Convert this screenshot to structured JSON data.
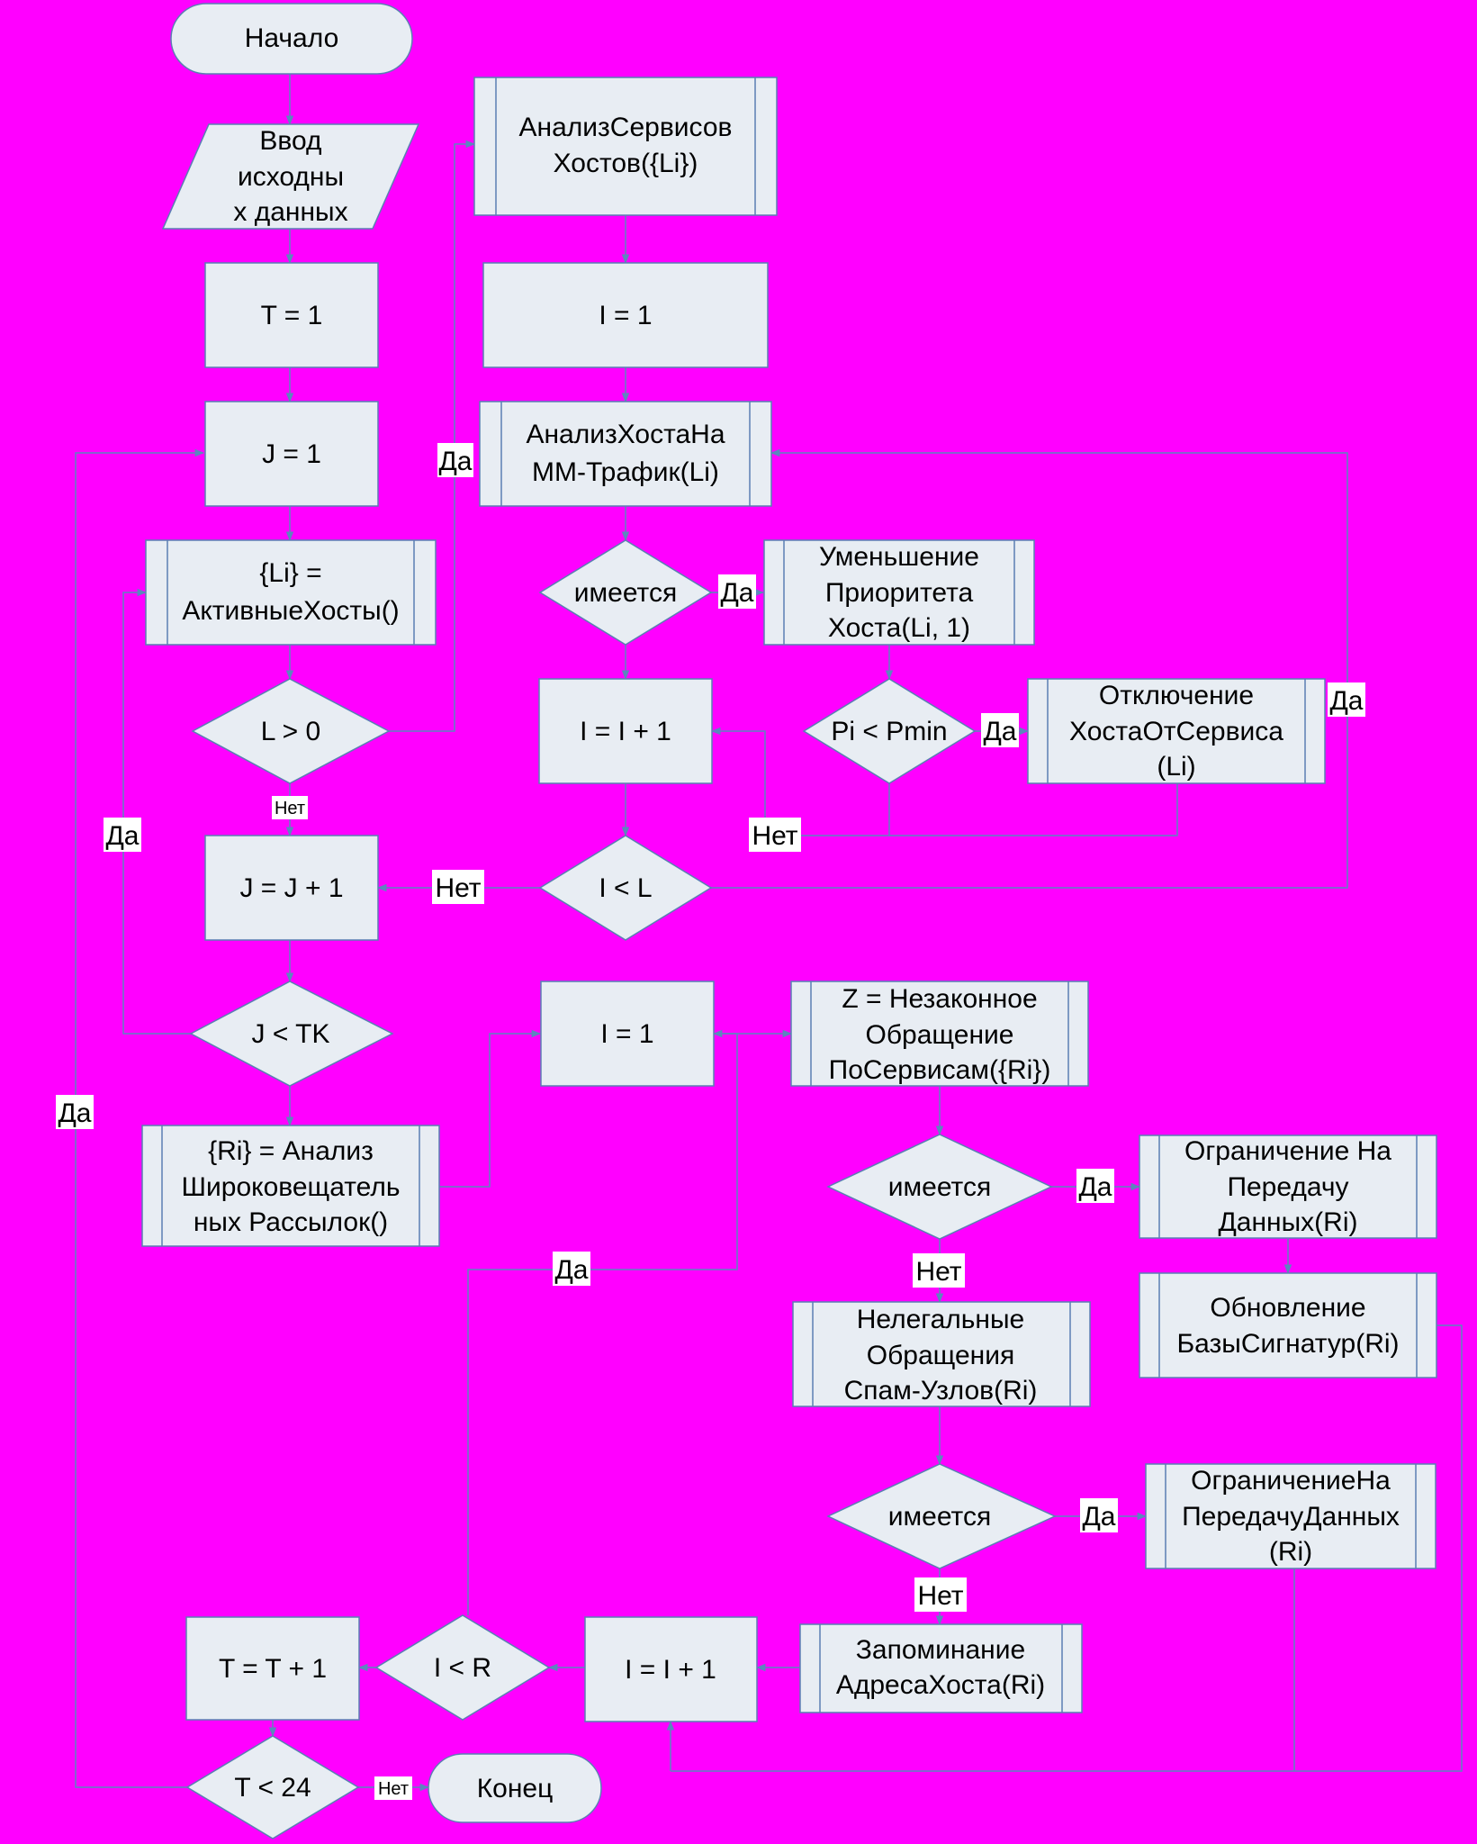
{
  "nodes": {
    "start": "Начало",
    "input": [
      "Ввод",
      "исходны",
      "х данных"
    ],
    "t1": "T = 1",
    "j1": "J = 1",
    "li_active": [
      "{Li} =",
      "АктивныеХосты()"
    ],
    "l_gt0": "L > 0",
    "j_inc": "J = J + 1",
    "j_lt_tk": "J < TK",
    "ri_analysis": [
      "{Ri} = Анализ",
      "Широковещатель",
      "ных Рассылок()"
    ],
    "analysis_services": [
      "АнализСервисов",
      "Хостов({Li})"
    ],
    "i1_top": "I = 1",
    "analysis_host_mm": [
      "АнализХостаНа",
      "ММ-Трафик(Li)"
    ],
    "exists_1": "имеется",
    "reduce_priority": [
      "Уменьшение",
      "Приоритета",
      "Хоста(Li, 1)"
    ],
    "i_inc_top": "I = I + 1",
    "pi_lt_pmin": "Pi < Pmin",
    "disconnect_host": [
      "Отключение",
      "ХостаОтСервиса",
      "(Li)"
    ],
    "i_lt_l": "I < L",
    "i1_mid": "I = 1",
    "z_illegal": [
      "Z = Незаконное",
      "Обращение",
      "ПоСервисам({Ri})"
    ],
    "exists_2": "имеется",
    "limit_transfer_1": [
      "Ограничение На",
      "Передачу",
      "Данных(Ri)"
    ],
    "update_signatures": [
      "Обновление",
      "БазыСигнатур(Ri)"
    ],
    "illegal_spam": [
      "Нелегальные",
      "Обращения",
      "Спам-Узлов(Ri)"
    ],
    "exists_3": "имеется",
    "limit_transfer_2": [
      "ОграничениеНа",
      "ПередачуДанных",
      "(Ri)"
    ],
    "remember_host": [
      "Запоминание",
      "АдресаХоста(Ri)"
    ],
    "i_inc_bottom": "I = I + 1",
    "i_lt_r": "I < R",
    "t_inc": "T = T + 1",
    "t_lt_24": "T < 24",
    "end": "Конец"
  },
  "labels": {
    "yes": "Да",
    "no": "Нет"
  }
}
